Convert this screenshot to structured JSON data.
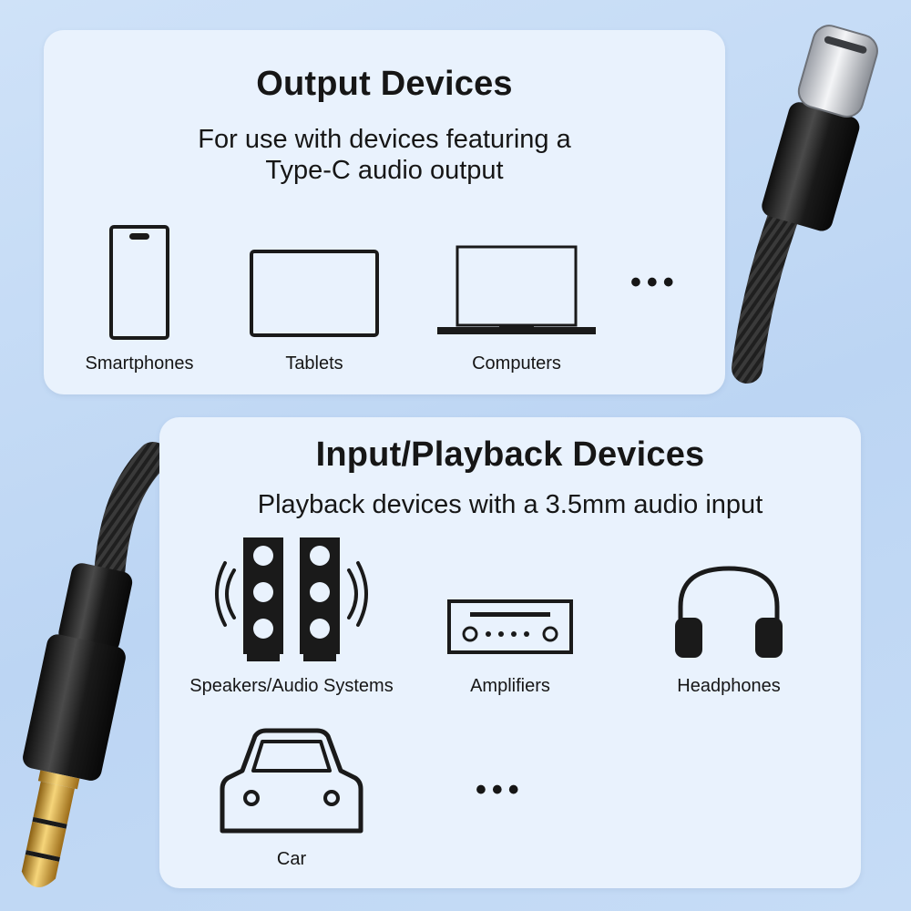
{
  "output": {
    "title": "Output Devices",
    "subtitle_line1": "For use with devices featuring a",
    "subtitle_line2": "Type-C audio output",
    "devices": [
      {
        "label": "Smartphones",
        "icon": "smartphone-icon"
      },
      {
        "label": "Tablets",
        "icon": "tablet-icon"
      },
      {
        "label": "Computers",
        "icon": "laptop-icon"
      }
    ],
    "more": "•••"
  },
  "input": {
    "title": "Input/Playback Devices",
    "subtitle": "Playback devices with a 3.5mm audio input",
    "devices": [
      {
        "label": "Speakers/Audio Systems",
        "icon": "speakers-icon"
      },
      {
        "label": "Amplifiers",
        "icon": "amplifier-icon"
      },
      {
        "label": "Headphones",
        "icon": "headphones-icon"
      },
      {
        "label": "Car",
        "icon": "car-icon"
      }
    ],
    "more": "•••"
  },
  "colors": {
    "background": "#c6dcf6",
    "panel": "#e9f2fd",
    "icon_stroke": "#1a1a1a",
    "cable": "#1d1d1d",
    "gold_plug": "#d8a53a"
  }
}
